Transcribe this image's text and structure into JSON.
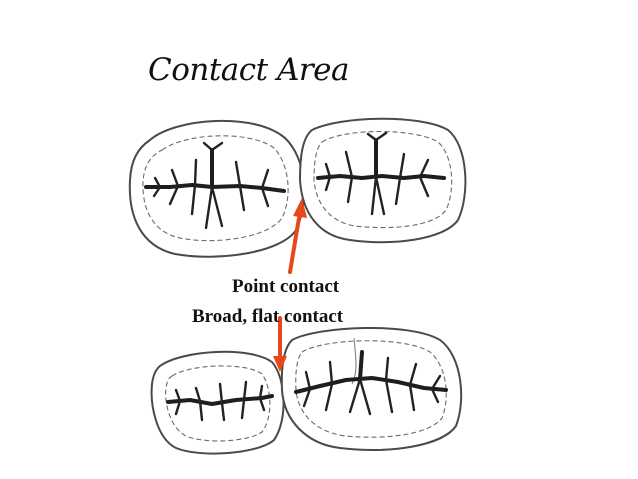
{
  "slide": {
    "title": "Contact Area",
    "labels": {
      "point_contact": "Point contact",
      "broad_contact": "Broad, flat contact"
    }
  },
  "colors": {
    "arrow": "#e8461c",
    "outline": "#4a4a4a",
    "groove": "#1e1e1e",
    "background": "#ffffff"
  }
}
